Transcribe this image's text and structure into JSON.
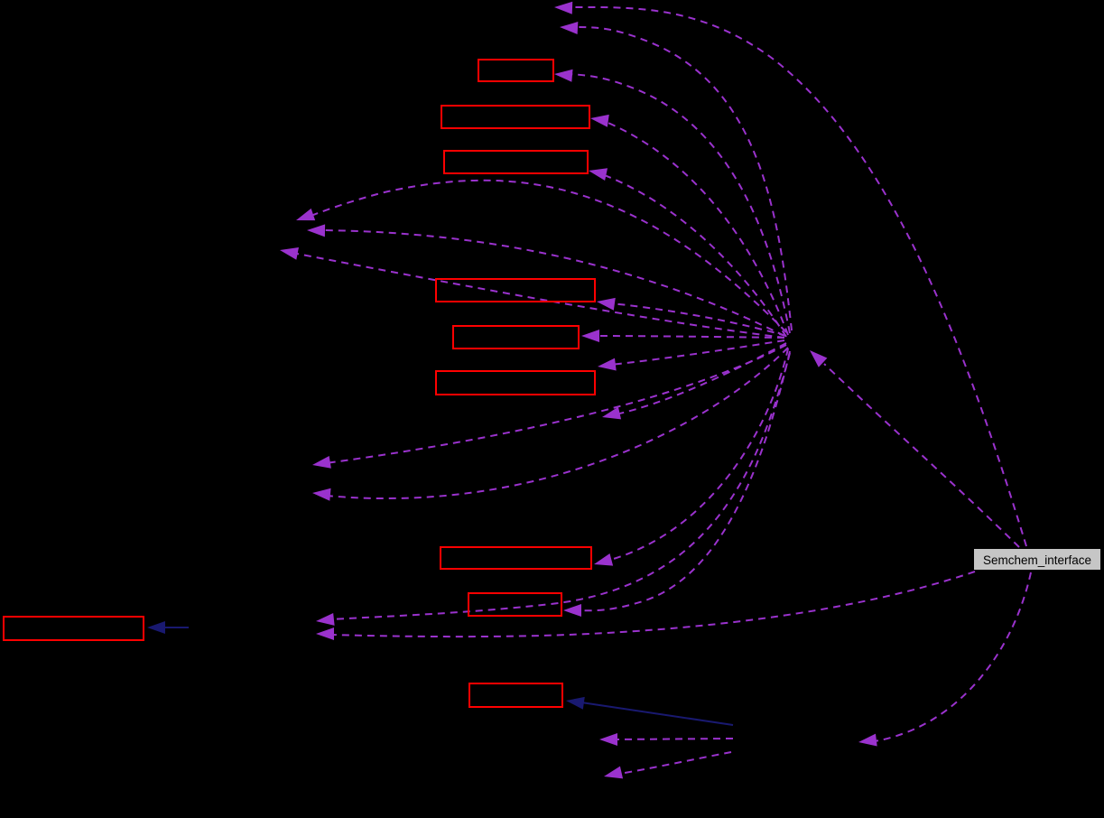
{
  "diagram": {
    "type": "collaboration-graph",
    "background_color": "#000000",
    "main_node": {
      "label": "Semchem_interface",
      "fill": "#c6c6c6",
      "text_color": "#000000"
    },
    "colors": {
      "class_node_border": "#ff0000",
      "usage_edge": "#9a32cd",
      "inheritance_edge": "#191970"
    },
    "red_node_count": 10,
    "usage_arrow_count": 22,
    "inheritance_arrow_count": 2
  }
}
